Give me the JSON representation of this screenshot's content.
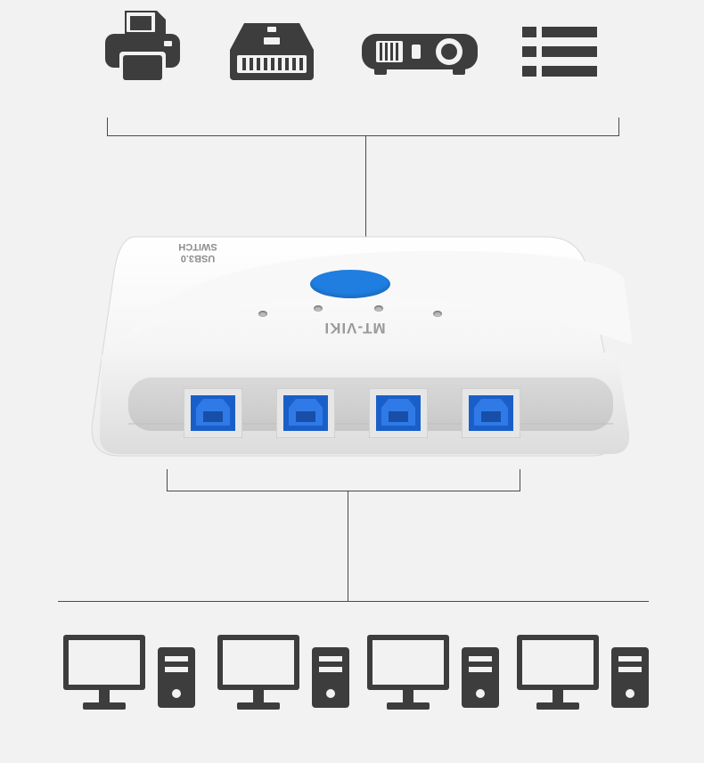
{
  "device": {
    "brand": "MT-VIKI",
    "model_line1": "USB3.0",
    "model_line2": "SWITCH",
    "button_color": "#1f7ee0",
    "port_color": "#1a5fc9",
    "port_count": 4
  },
  "peripherals": {
    "icons": [
      "printer-icon",
      "hard-drive-icon",
      "projector-icon",
      "list-icon"
    ]
  },
  "computers": {
    "count": 4,
    "icons": [
      "monitor-icon",
      "pc-tower-icon"
    ]
  },
  "colors": {
    "background": "#f2f2f2",
    "icon": "#3d3d3d",
    "line": "#4a4a4a"
  }
}
